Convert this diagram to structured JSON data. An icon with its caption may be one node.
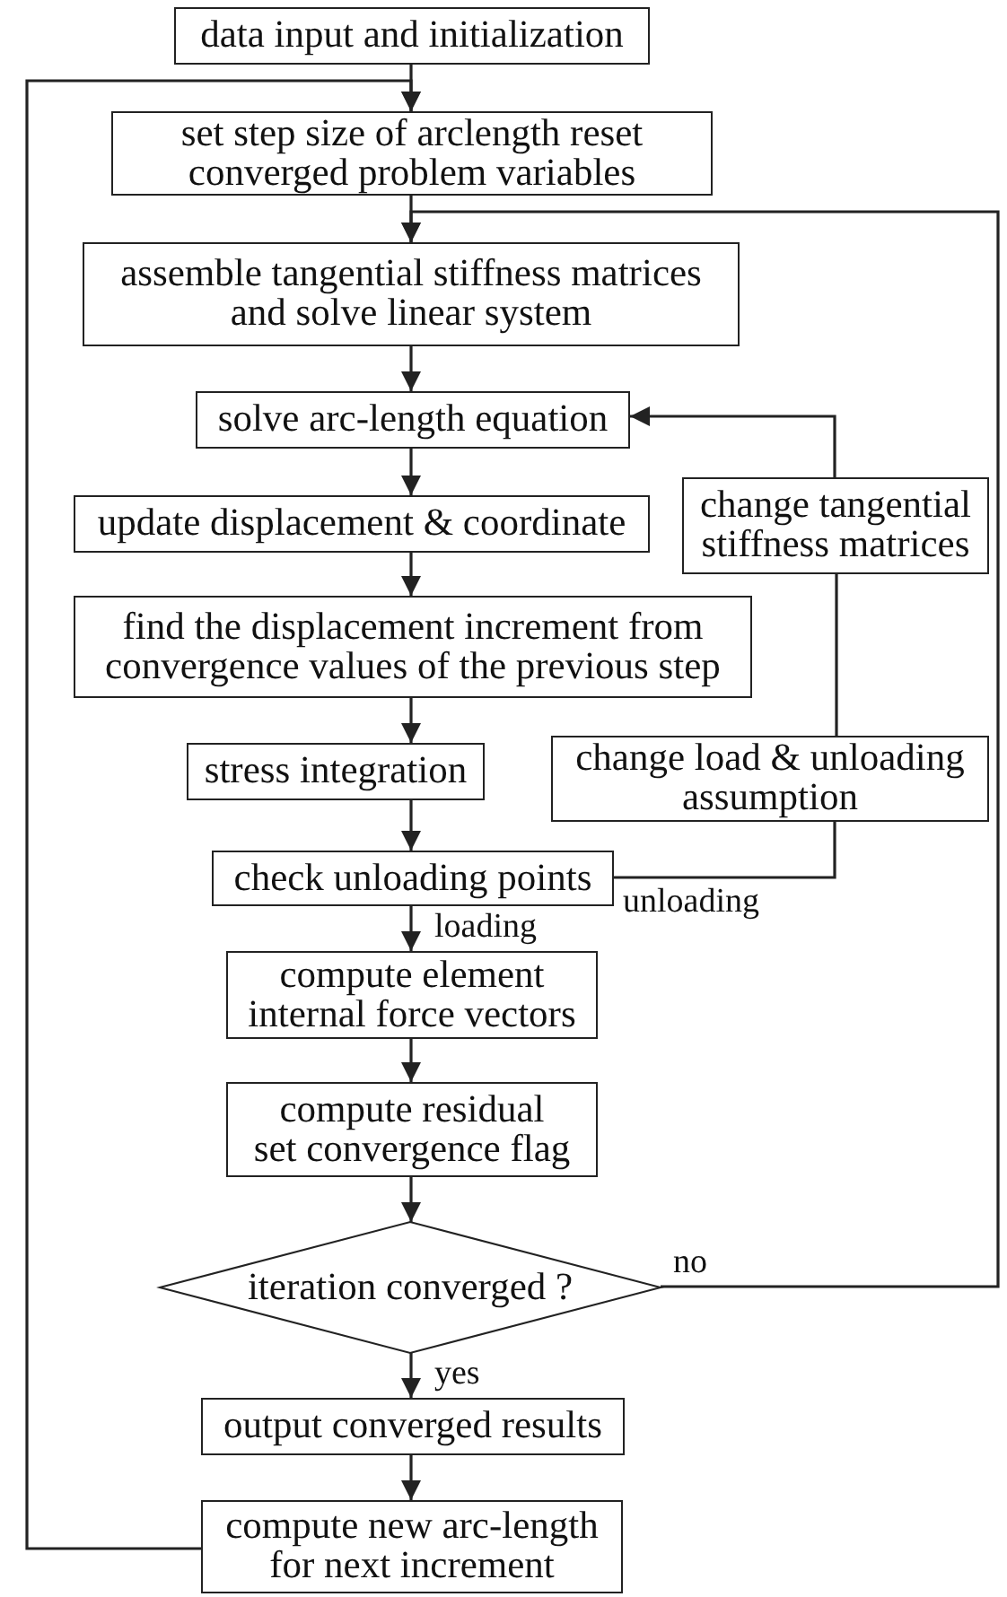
{
  "diagram": {
    "nodes": [
      {
        "text": [
          "data input and initialization"
        ]
      },
      {
        "text": [
          "set step size of arclength reset converged problem variables"
        ]
      },
      {
        "text": [
          "assemble tangential stiffness matrices and solve linear system"
        ]
      },
      {
        "text": [
          "solve arc-length equation"
        ]
      },
      {
        "text": [
          "update displacement & coordinate"
        ]
      },
      {
        "text": [
          "find the displacement increment from convergence values of the previous step"
        ]
      },
      {
        "text": [
          "stress integration"
        ]
      },
      {
        "text": [
          "check unloading points"
        ]
      },
      {
        "text": [
          "compute element internal force vectors"
        ]
      },
      {
        "text": [
          "compute residual set convergence flag"
        ]
      },
      {
        "text": [
          "iteration converged ?"
        ]
      },
      {
        "text": [
          "output converged results"
        ]
      },
      {
        "text": [
          "compute new arc-length for next increment"
        ]
      },
      {
        "text": [
          "change tangential stiffness matrices"
        ]
      },
      {
        "text": [
          "change load & unloading assumption"
        ]
      }
    ],
    "edges": [
      {
        "from": 0,
        "to": 1,
        "arrow": "to"
      },
      {
        "from": 1,
        "to": 2,
        "arrow": "to"
      },
      {
        "from": 2,
        "to": 3,
        "arrow": "to"
      },
      {
        "from": 3,
        "to": 4,
        "arrow": "to"
      },
      {
        "from": 4,
        "to": 5,
        "arrow": "to"
      },
      {
        "from": 5,
        "to": 6,
        "arrow": "to"
      },
      {
        "from": 6,
        "to": 7,
        "arrow": "to"
      },
      {
        "from": 7,
        "to": 8,
        "arrow": "to",
        "label": "loading"
      },
      {
        "from": 8,
        "to": 9,
        "arrow": "to"
      },
      {
        "from": 9,
        "to": 10,
        "arrow": "to"
      },
      {
        "from": 10,
        "to": 11,
        "arrow": "to",
        "label": "yes"
      },
      {
        "from": 11,
        "to": 12,
        "arrow": "to"
      },
      {
        "from": 12,
        "to": 1,
        "arrow": "to"
      },
      {
        "from": 10,
        "to": 2,
        "arrow": "to",
        "label": "no"
      },
      {
        "from": 7,
        "to": 14,
        "arrow": "none",
        "label": "unloading"
      },
      {
        "from": 14,
        "to": 13,
        "arrow": "none"
      },
      {
        "from": 13,
        "to": 3,
        "arrow": "to"
      }
    ]
  }
}
